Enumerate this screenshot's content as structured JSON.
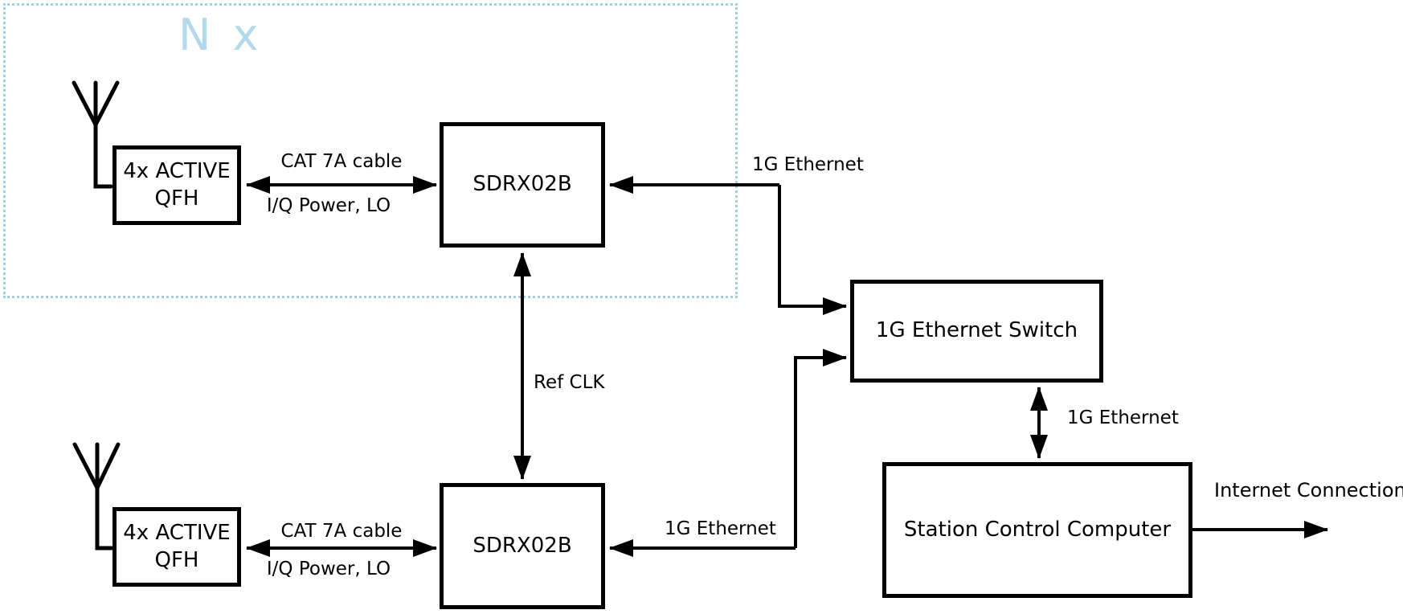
{
  "diagram": {
    "multiplier_badge": "N x",
    "nodes": {
      "qfh_top": {
        "line1": "4x ACTIVE",
        "line2": "QFH"
      },
      "sdrx_top": {
        "label": "SDRX02B"
      },
      "qfh_bottom": {
        "line1": "4x ACTIVE",
        "line2": "QFH"
      },
      "sdrx_bottom": {
        "label": "SDRX02B"
      },
      "ethernet_switch": {
        "label": "1G Ethernet Switch"
      },
      "station_computer": {
        "label": "Station Control Computer"
      }
    },
    "edge_labels": {
      "cat7a_top_above": "CAT 7A cable",
      "cat7a_top_below": "I/Q Power, LO",
      "cat7a_bottom_above": "CAT 7A cable",
      "cat7a_bottom_below": "I/Q Power, LO",
      "eth_top": "1G Ethernet",
      "eth_bottom": "1G Ethernet",
      "eth_switch_computer": "1G Ethernet",
      "ref_clk": "Ref CLK",
      "internet": "Internet Connection"
    },
    "icons": [
      "antenna-icon",
      "antenna-icon"
    ],
    "colors": {
      "accent_blue_border": "#9ecfe3",
      "accent_blue_text": "#b2d9eb",
      "ink": "#000000",
      "background": "#ffffff"
    }
  }
}
